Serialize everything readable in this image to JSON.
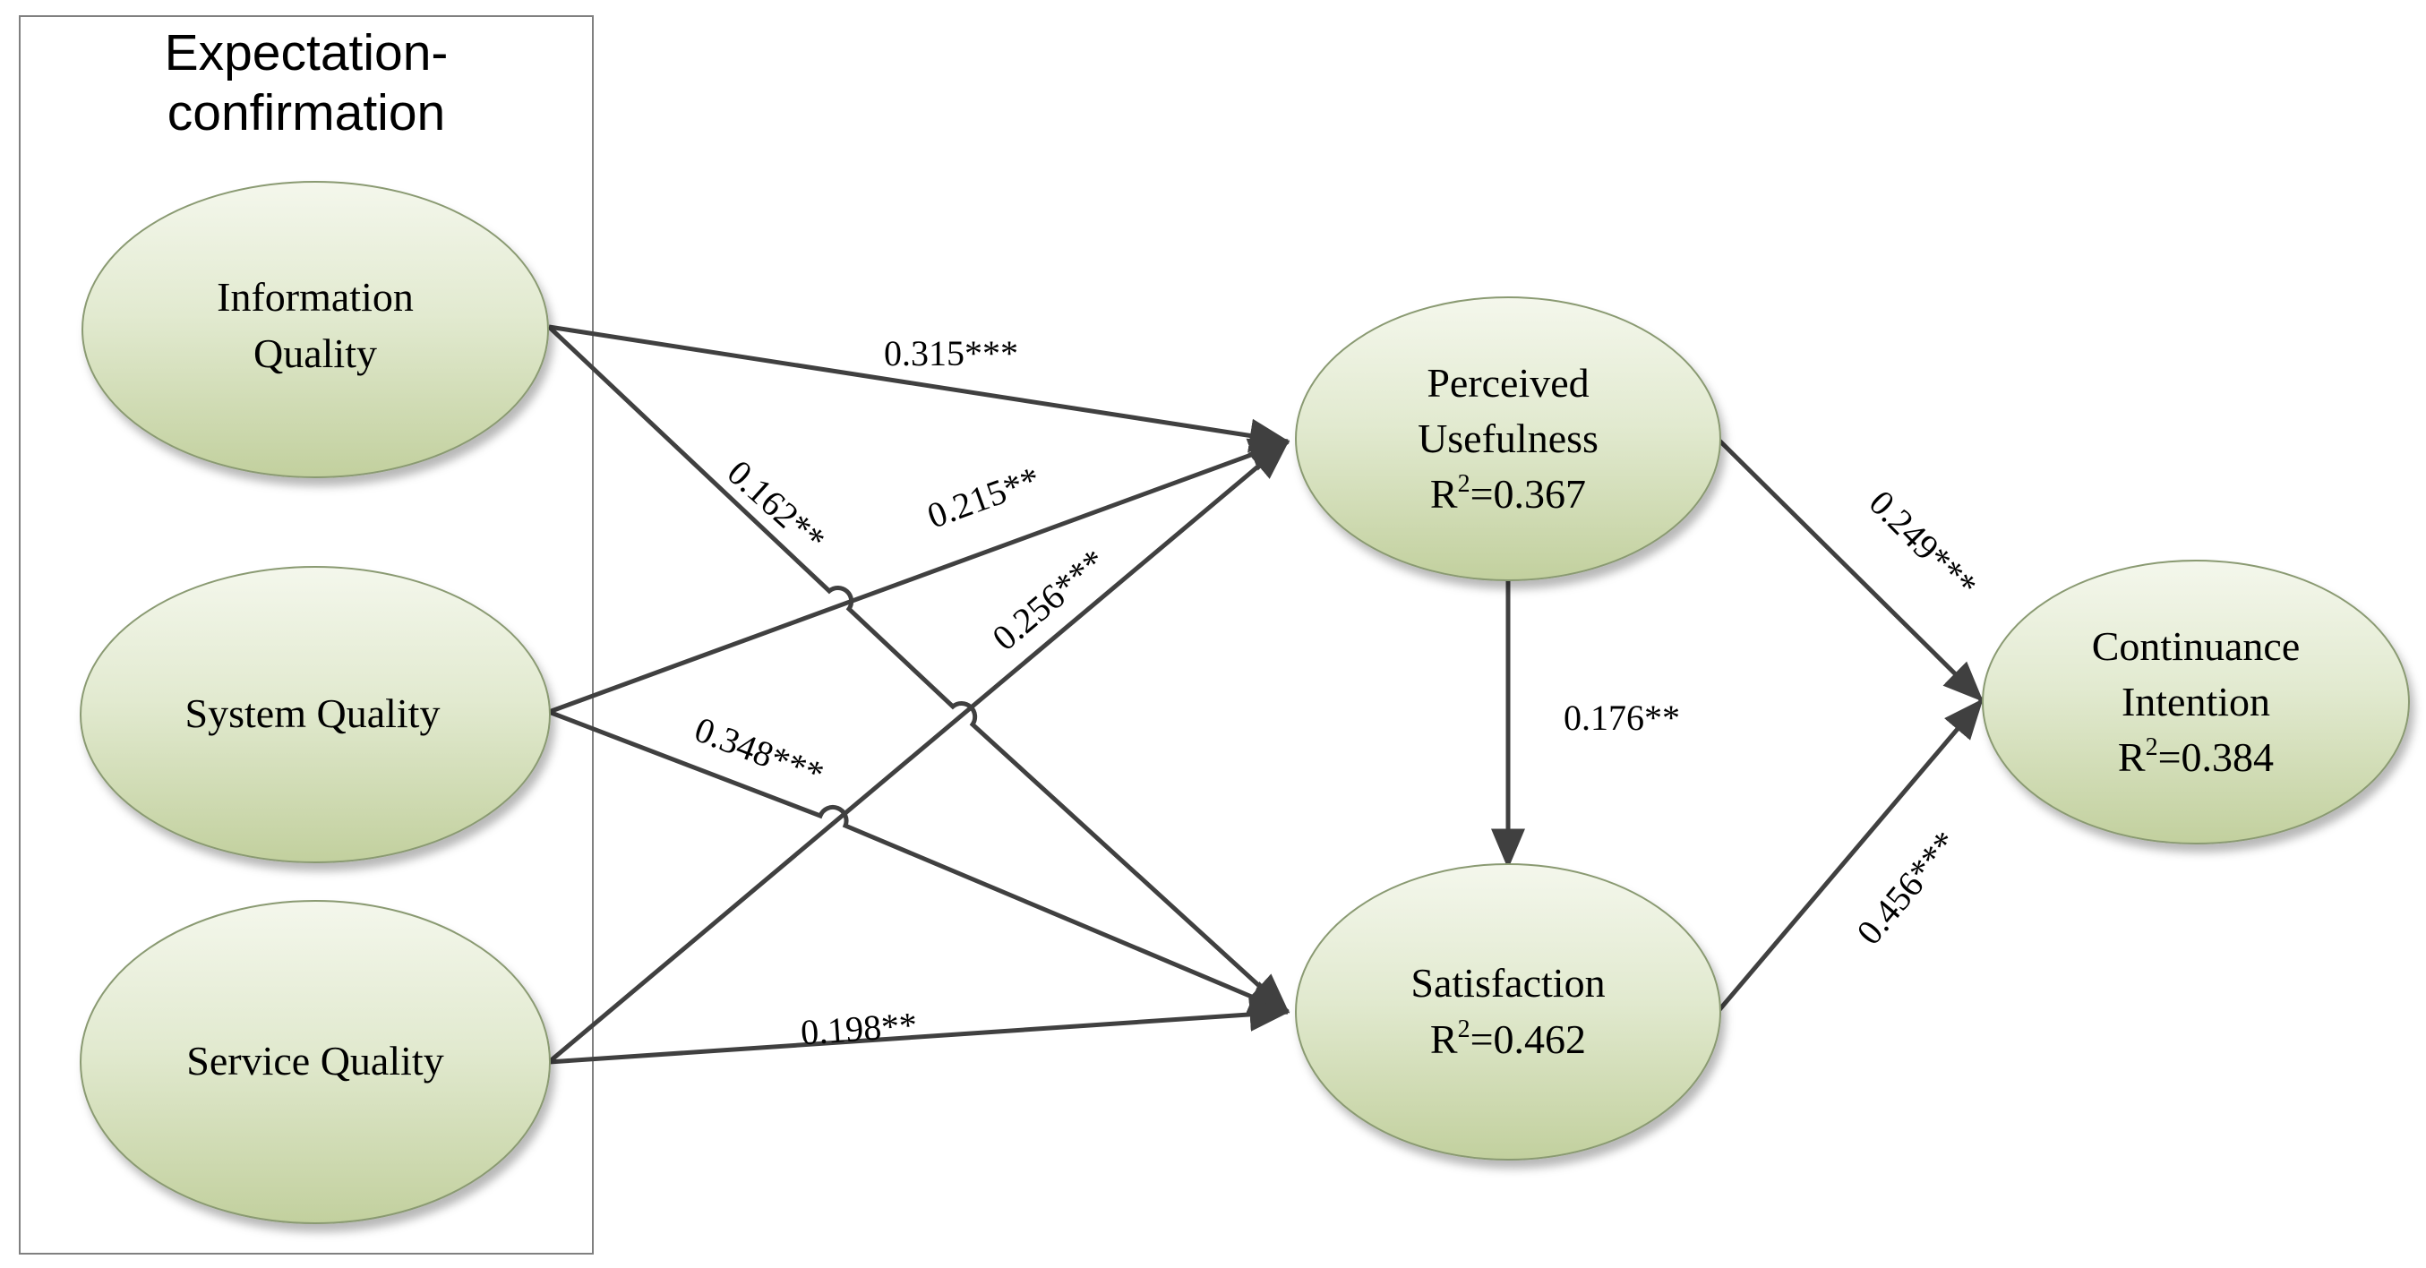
{
  "group_box": {
    "title_line1": "Expectation-",
    "title_line2": "confirmation"
  },
  "nodes": {
    "information_quality": {
      "line1": "Information",
      "line2": "Quality"
    },
    "system_quality": {
      "line1": "System Quality"
    },
    "service_quality": {
      "line1": "Service Quality"
    },
    "perceived_usefulness": {
      "line1": "Perceived",
      "line2": "Usefulness",
      "r2_prefix": "R",
      "r2_sup": "2",
      "r2_value": "=0.367"
    },
    "satisfaction": {
      "line1": "Satisfaction",
      "r2_prefix": "R",
      "r2_sup": "2",
      "r2_value": "=0.462"
    },
    "continuance_intention": {
      "line1": "Continuance",
      "line2": "Intention",
      "r2_prefix": "R",
      "r2_sup": "2",
      "r2_value": "=0.384"
    }
  },
  "paths": {
    "iq_pu": "0.315***",
    "iq_sat": "0.162**",
    "sq_pu": "0.215**",
    "svq_pu": "0.256***",
    "sq_sat": "0.348***",
    "svq_sat": "0.198**",
    "pu_sat": "0.176**",
    "pu_ci": "0.249***",
    "sat_ci": "0.456***"
  },
  "colors": {
    "node_fill_top": "#f4f7ec",
    "node_fill_bottom": "#c5d3a3",
    "node_stroke": "#8a9a72",
    "arrow": "#404040",
    "box_stroke": "#808080"
  }
}
